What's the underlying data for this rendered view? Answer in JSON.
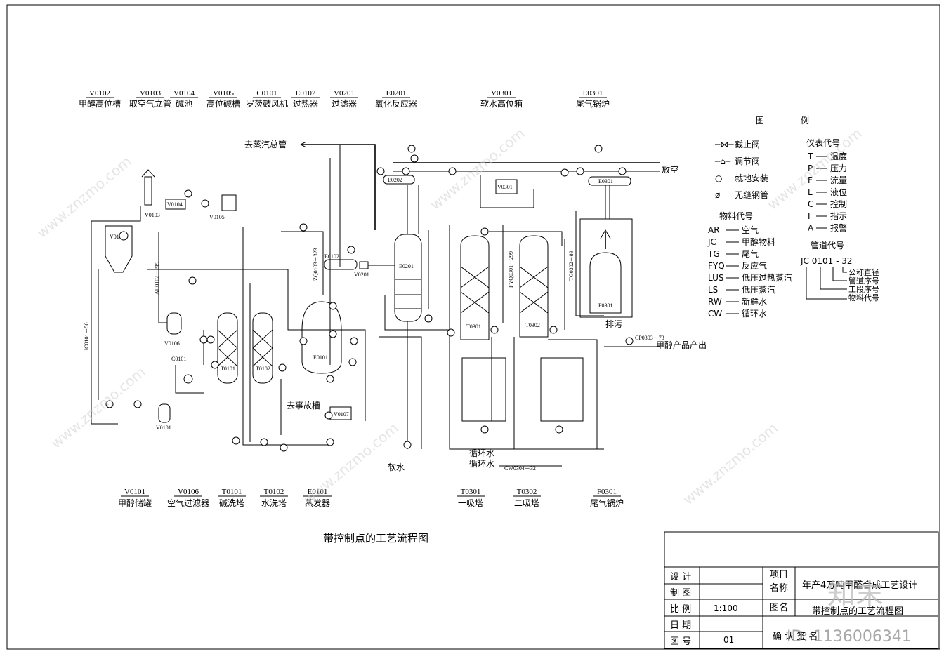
{
  "top_labels": [
    {
      "code": "V0102",
      "name": "甲醇高位槽"
    },
    {
      "code": "V0103",
      "name": "取空气立管"
    },
    {
      "code": "V0104",
      "name": "碱池"
    },
    {
      "code": "V0105",
      "name": "高位碱槽"
    },
    {
      "code": "C0101",
      "name": "罗茨鼓风机"
    },
    {
      "code": "E0102",
      "name": "过热器"
    },
    {
      "code": "V0201",
      "name": "过滤器"
    },
    {
      "code": "E0201",
      "name": "氧化反应器"
    },
    {
      "code": "V0301",
      "name": "软水高位箱"
    },
    {
      "code": "E0301",
      "name": "尾气锅炉"
    }
  ],
  "bottom_labels": [
    {
      "code": "V0101",
      "name": "甲醇储罐"
    },
    {
      "code": "V0106",
      "name": "空气过滤器"
    },
    {
      "code": "T0101",
      "name": "碱洗塔"
    },
    {
      "code": "T0102",
      "name": "水洗塔"
    },
    {
      "code": "E0101",
      "name": "蒸发器"
    },
    {
      "code": "T0301",
      "name": "一吸塔"
    },
    {
      "code": "T0302",
      "name": "二吸塔"
    },
    {
      "code": "F0301",
      "name": "尾气锅炉"
    }
  ],
  "equipment_tags": {
    "v0102": "V0102",
    "v0104": "V0104",
    "v0105": "V0105",
    "v0103": "V0103",
    "v0106": "V0106",
    "c0101": "C0101",
    "v0101": "V0101",
    "t0101": "T0101",
    "t0102": "T0102",
    "e0101": "E0101",
    "e0102": "E0102",
    "v0201": "V0201",
    "e0201": "E0201",
    "e0202": "E0202",
    "v0301": "V0301",
    "e0301": "E0301",
    "t0301": "T0301",
    "t0302": "T0302",
    "f0301": "F0301",
    "v0107": "V0107"
  },
  "pipe_labels": {
    "jc0101": "JC0101－50",
    "ar0102": "AR0102－219",
    "zq0103": "ZQ0103－323",
    "fyq0301": "FYQ0301－299",
    "tg0302": "TG0302－89",
    "cp0303": "CP0303－73",
    "cw0304": "CW0304－32"
  },
  "flow_texts": {
    "steam_header": "去蒸汽总管",
    "vent": "放空",
    "drain": "排污",
    "accident_tank": "去事故槽",
    "soft_water": "软水",
    "product_out": "甲醇产品产出",
    "cw_1": "循环水",
    "cw_2": "循环水"
  },
  "legend": {
    "title_left": "图",
    "title_right": "例",
    "symbols": [
      {
        "sym": "─⋈─",
        "label": "截止阀"
      },
      {
        "sym": "─⌂─",
        "label": "调节阀"
      },
      {
        "sym": "○",
        "label": "就地安装"
      },
      {
        "sym": "ø",
        "label": "无缝钢管"
      }
    ],
    "material_title": "物料代号",
    "materials": [
      {
        "code": "AR",
        "label": "空气"
      },
      {
        "code": "JC",
        "label": "甲醇物料"
      },
      {
        "code": "TG",
        "label": "尾气"
      },
      {
        "code": "FYQ",
        "label": "反应气"
      },
      {
        "code": "LUS",
        "label": "低压过热蒸汽"
      },
      {
        "code": "LS",
        "label": "低压蒸汽"
      },
      {
        "code": "RW",
        "label": "新鲜水"
      },
      {
        "code": "CW",
        "label": "循环水"
      }
    ],
    "instrument_title": "仪表代号",
    "instruments": [
      {
        "code": "T",
        "label": "温度"
      },
      {
        "code": "P",
        "label": "压力"
      },
      {
        "code": "F",
        "label": "流量"
      },
      {
        "code": "L",
        "label": "液位"
      },
      {
        "code": "C",
        "label": "控制"
      },
      {
        "code": "I",
        "label": "指示"
      },
      {
        "code": "A",
        "label": "报警"
      }
    ],
    "pipe_code_title": "管道代号",
    "pipe_code_example": "JC 0101 - 32",
    "pipe_code_parts": [
      "公称直径",
      "管道序号",
      "工段序号",
      "物料代号"
    ]
  },
  "drawing_title": "带控制点的工艺流程图",
  "title_block": {
    "design": "设 计",
    "draw": "制 图",
    "scale_label": "比 例",
    "scale_value": "1:100",
    "date_label": "日 期",
    "sheet_label": "图 号",
    "sheet_value": "01",
    "project_label_1": "项目",
    "project_label_2": "名称",
    "project_value": "年产4万吨甲醛合成工艺设计",
    "drawing_name_label": "图名",
    "drawing_name_value": "带控制点的工艺流程图",
    "confirm": "确 认 签 名"
  },
  "watermarks": {
    "brand": "知末",
    "id": "ID: 1136006341",
    "url": "www.znzmo.com"
  }
}
